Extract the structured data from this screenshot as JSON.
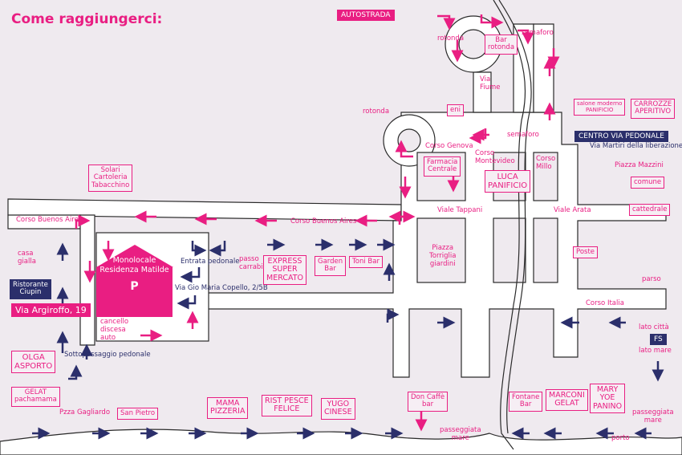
{
  "title": "Come raggiungerci:",
  "autostrada": "AUTOSTRADA",
  "home": {
    "name_line1": "Monolocale",
    "name_line2": "Residenza Matilde",
    "parking": "P",
    "address": "Via Argiroffo, 19"
  },
  "blue_labels": {
    "entrata": "Entrata pedonale",
    "via_gio": "Via Gio Maria Copello, 2/5B",
    "sottopassaggio": "Sottopassaggio pedonale",
    "centro": "CENTRO VIA PEDONALE",
    "martiri": "Via Martiri della liberazione",
    "fs": "FS",
    "ristorante": "Ristorante\nCiupin"
  },
  "pink_labels": {
    "rotonda_top": "rotonda",
    "rotonda_left": "rotonda",
    "semaforo_top": "semaforo",
    "semaforo_mid": "semaforo",
    "via_fiume": "Via\nFiume",
    "corso_genova": "Corso Genova",
    "corso_montevideo": "Corso\nMontevideo",
    "corso_millo": "Corso\nMillo",
    "piazza_mazzini": "Piazza Mazzini",
    "corso_buenos_left": "Corso Buenos Aires",
    "corso_buenos_mid": "Corso Buenos Aires",
    "viale_tappani": "Viale Tappani",
    "viale_arata": "Viale Arata",
    "piazza_torriglia": "Piazza\nTorriglia\ngiardini",
    "corso_italia": "Corso Italia",
    "parso": "parso",
    "lato_citta": "lato città",
    "lato_mare": "lato mare",
    "casa_gialla": "casa\ngialla",
    "passo_carrabile": "passo\ncarrabile",
    "cancello": "cancello\ndiscesa\nauto",
    "pzza_gagliardo": "Pzza Gagliardo",
    "passeggiata_mare": "passeggiata\nmare",
    "passeggiata_mare2": "passeggiata\nmare",
    "porto": "porto"
  },
  "poi_boxes": {
    "bar_rotonda": "Bar\nrotonda",
    "eni": "eni",
    "panificio": "salone moderno\nPANIFICIO",
    "carrozze": "CARROZZE\nAPERITIVO",
    "solari": "Solari\nCartoleria\nTabacchino",
    "farmacia": "Farmacia\nCentrale",
    "luca": "LUCA\nPANIFICIO",
    "comune": "comune",
    "cattedrale": "cattedrale",
    "express": "EXPRESS\nSUPER\nMERCATO",
    "garden": "Garden\nBar",
    "toni": "Toni Bar",
    "poste": "Poste",
    "olga": "OLGA\nASPORTO",
    "gelat": "GELAT\npachamama",
    "san_pietro": "San Pietro",
    "mama": "MAMA\nPIZZERIA",
    "rist_pesce": "RIST PESCE\nFELICE",
    "yugo": "YUGO\nCINESE",
    "don_caffe": "Don Caffè\nbar",
    "fontane": "Fontane\nBar",
    "marconi": "MARCONI\nGELAT",
    "mary": "MARY\nYOE\nPANINO"
  },
  "colors": {
    "pink": "#e91e82",
    "navy": "#2b2f6b",
    "road": "#ffffff",
    "road_edge": "#2a2a2a",
    "sea": "#ffffff",
    "background": "#efeaef"
  }
}
